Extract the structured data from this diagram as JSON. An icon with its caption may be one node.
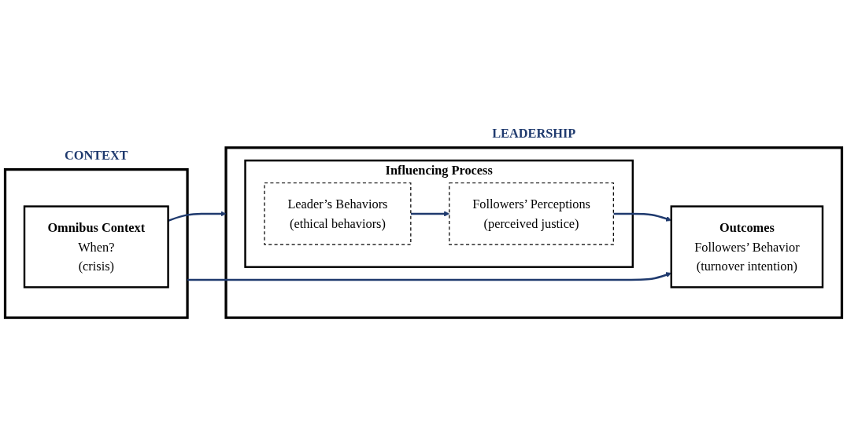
{
  "diagram": {
    "nodes": [
      {
        "text": [
          "CONTEXT"
        ]
      },
      {
        "text": [
          "Omnibus Context",
          "When?",
          "(crisis)"
        ],
        "in": 0
      },
      {
        "text": [
          "LEADERSHIP"
        ]
      },
      {
        "text": [
          "Influencing Process"
        ],
        "in": 2
      },
      {
        "text": [
          "Leader’s Behaviors",
          "(ethical behaviors)"
        ],
        "in": 3
      },
      {
        "text": [
          "Followers’ Perceptions",
          "(perceived justice)"
        ],
        "in": 3
      },
      {
        "text": [
          "Outcomes",
          "Followers’ Behavior",
          "(turnover intention)"
        ],
        "in": 2
      }
    ],
    "edges": [
      {
        "from": 1,
        "to": 2,
        "arrow": "to"
      },
      {
        "from": 4,
        "to": 5,
        "arrow": "to"
      },
      {
        "from": 5,
        "to": 6,
        "arrow": "to"
      },
      {
        "from": 0,
        "to": 6,
        "arrow": "to"
      }
    ]
  }
}
